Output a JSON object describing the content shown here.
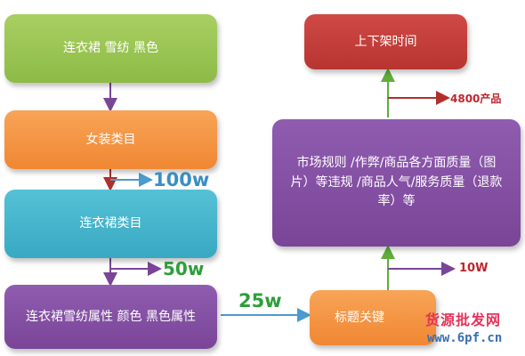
{
  "left": {
    "box1": "连衣裙 雪纺 黑色",
    "box2": "女装类目",
    "box3": "连衣裙类目",
    "box4": "连衣裙雪纺属性 颜色 黑色属性"
  },
  "right": {
    "top": "上下架时间",
    "middle": "市场规则 /作弊/商品各方面质量（图片）等违规 /商品人气/服务质量（退款率）等",
    "bottom": "标题关键"
  },
  "labels": {
    "w100": "100w",
    "w50": "50w",
    "w25": "25w",
    "w10": "10W",
    "p4800": "4800产品"
  },
  "watermark": {
    "text1": "货源批发网",
    "text2": "www.6pf.cn"
  },
  "colors": {
    "green": "#8dbb46",
    "orange": "#f08733",
    "teal": "#38a9c2",
    "purple": "#7a4597",
    "red": "#b83430",
    "label_teal_blue": "#3a8ec2",
    "label_green": "#2e9e3a",
    "label_red": "#c0252a"
  }
}
